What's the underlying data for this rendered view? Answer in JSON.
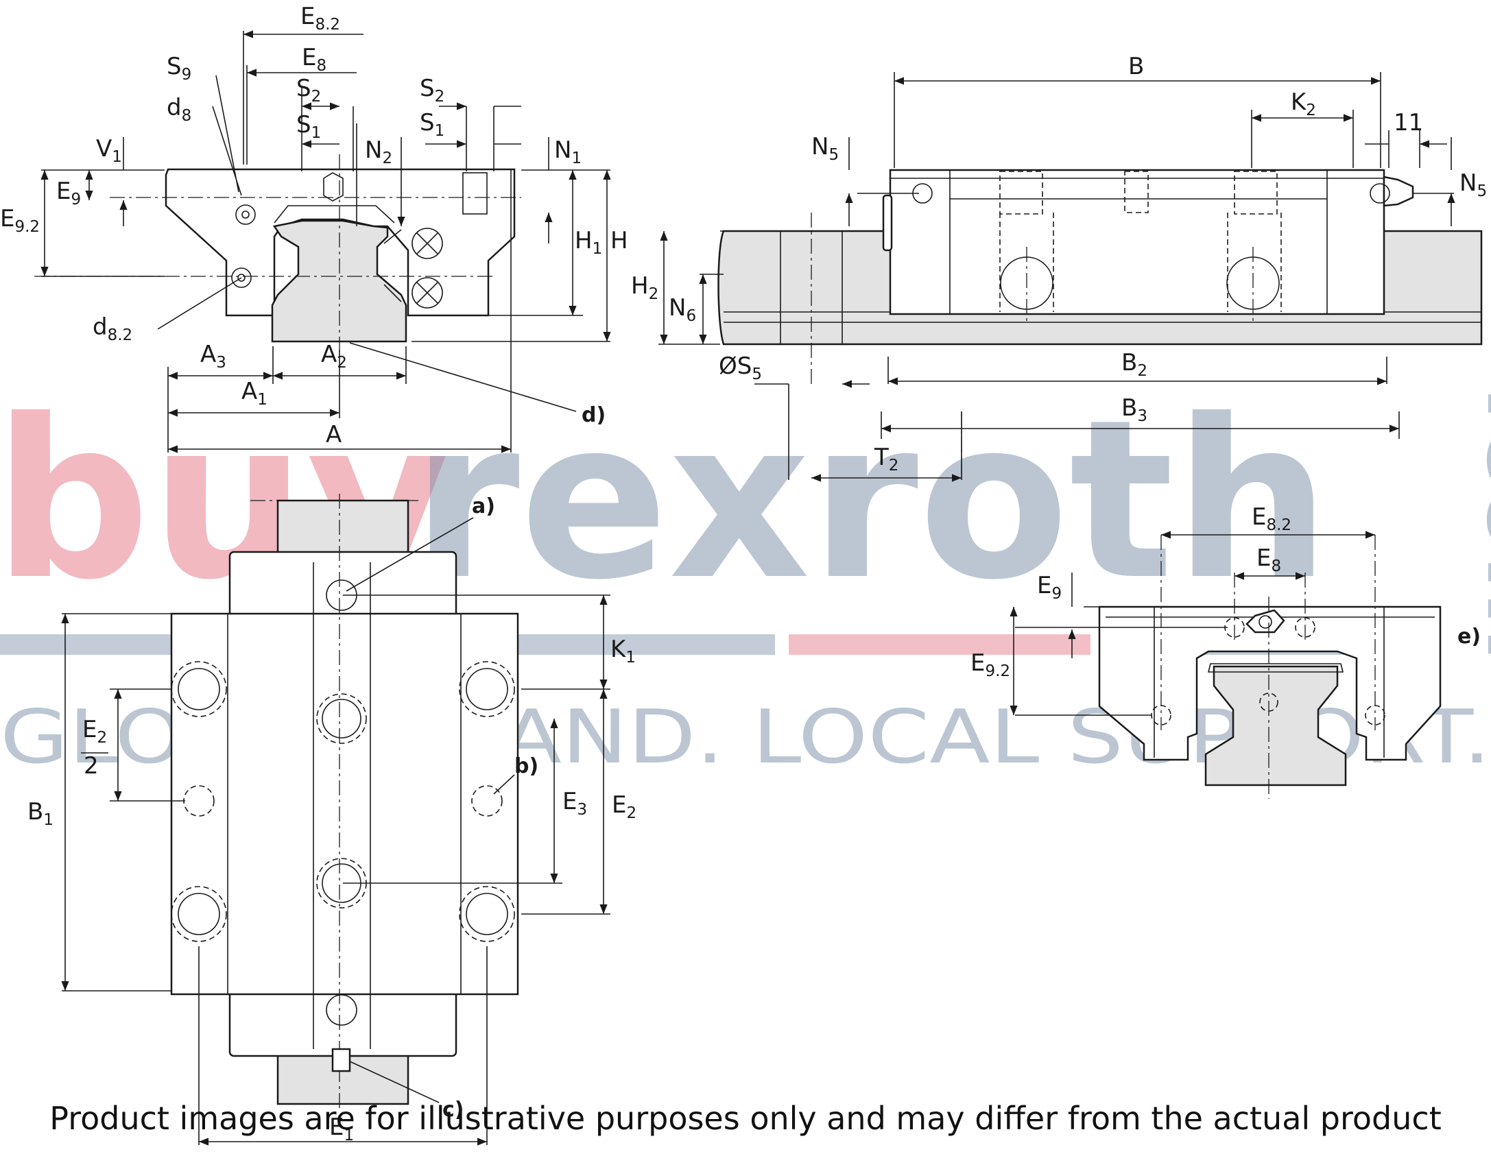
{
  "watermark": {
    "brand_part1": "buy",
    "brand_part2": "rexroth",
    "brand_suffix": ".com",
    "tagline": "GLOBAL BRAND. LOCAL SUPPORT."
  },
  "disclaimer": "Product images are for illustrative purposes only and may differ from the actual product",
  "callouts": {
    "a": "a)",
    "b": "b)",
    "c": "c)",
    "d": "d)",
    "e": "e)"
  },
  "dimensions": {
    "E8_2": {
      "main": "E",
      "sub": "8.2"
    },
    "E8": {
      "main": "E",
      "sub": "8"
    },
    "S9": {
      "main": "S",
      "sub": "9"
    },
    "d8": {
      "main": "d",
      "sub": "8"
    },
    "S2": {
      "main": "S",
      "sub": "2"
    },
    "S1": {
      "main": "S",
      "sub": "1"
    },
    "N2": {
      "main": "N",
      "sub": "2"
    },
    "N1": {
      "main": "N",
      "sub": "1"
    },
    "V1": {
      "main": "V",
      "sub": "1"
    },
    "E9": {
      "main": "E",
      "sub": "9"
    },
    "E9_2": {
      "main": "E",
      "sub": "9.2"
    },
    "H1": {
      "main": "H",
      "sub": "1"
    },
    "H": {
      "main": "H",
      "sub": ""
    },
    "d8_2": {
      "main": "d",
      "sub": "8.2"
    },
    "A3": {
      "main": "A",
      "sub": "3"
    },
    "A2": {
      "main": "A",
      "sub": "2"
    },
    "A1": {
      "main": "A",
      "sub": "1"
    },
    "A": {
      "main": "A",
      "sub": ""
    },
    "B": {
      "main": "B",
      "sub": ""
    },
    "K2": {
      "main": "K",
      "sub": "2"
    },
    "eleven": {
      "main": "11",
      "sub": ""
    },
    "N5": {
      "main": "N",
      "sub": "5"
    },
    "H2": {
      "main": "H",
      "sub": "2"
    },
    "N6": {
      "main": "N",
      "sub": "6"
    },
    "S5": {
      "main": "ØS",
      "sub": "5"
    },
    "B2": {
      "main": "B",
      "sub": "2"
    },
    "B3": {
      "main": "B",
      "sub": "3"
    },
    "T2": {
      "main": "T",
      "sub": "2"
    },
    "K1": {
      "main": "K",
      "sub": "1"
    },
    "E2_half_num": {
      "main": "E",
      "sub": "2"
    },
    "E2_half_den": {
      "main": "2",
      "sub": ""
    },
    "E3": {
      "main": "E",
      "sub": "3"
    },
    "E2": {
      "main": "E",
      "sub": "2"
    },
    "B1": {
      "main": "B",
      "sub": "1"
    },
    "E1": {
      "main": "E",
      "sub": "1"
    }
  }
}
